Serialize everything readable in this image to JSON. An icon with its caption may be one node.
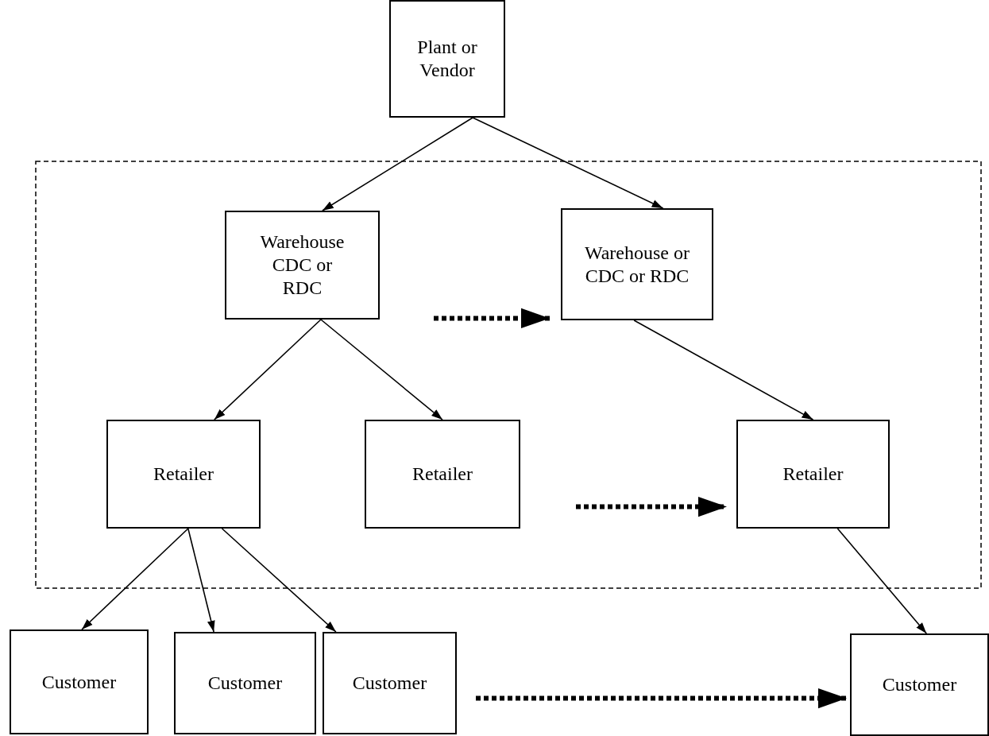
{
  "diagram": {
    "nodes": [
      {
        "text": [
          "Plant or Vendor"
        ]
      },
      {
        "text": [
          "Warehouse CDC or RDC"
        ]
      },
      {
        "text": [
          "Warehouse or CDC or RDC"
        ]
      },
      {
        "text": [
          "Retailer"
        ]
      },
      {
        "text": [
          "Retailer"
        ]
      },
      {
        "text": [
          "Retailer"
        ]
      },
      {
        "text": [
          "Customer"
        ]
      },
      {
        "text": [
          "Customer"
        ]
      },
      {
        "text": [
          "Customer"
        ]
      },
      {
        "text": [
          "Customer"
        ]
      }
    ],
    "edges": [
      {
        "from": 0,
        "to": 1,
        "arrow": "to"
      },
      {
        "from": 0,
        "to": 2,
        "arrow": "to"
      },
      {
        "from": 1,
        "to": 2,
        "arrow": "to",
        "style": "dashed"
      },
      {
        "from": 1,
        "to": 3,
        "arrow": "to"
      },
      {
        "from": 1,
        "to": 4,
        "arrow": "to"
      },
      {
        "from": 2,
        "to": 5,
        "arrow": "to"
      },
      {
        "from": 4,
        "to": 5,
        "arrow": "to",
        "style": "dashed"
      },
      {
        "from": 3,
        "to": 6,
        "arrow": "to"
      },
      {
        "from": 3,
        "to": 7,
        "arrow": "to"
      },
      {
        "from": 3,
        "to": 8,
        "arrow": "to"
      },
      {
        "from": 5,
        "to": 9,
        "arrow": "to"
      },
      {
        "from": 8,
        "to": 9,
        "arrow": "to",
        "style": "dashed"
      }
    ]
  }
}
